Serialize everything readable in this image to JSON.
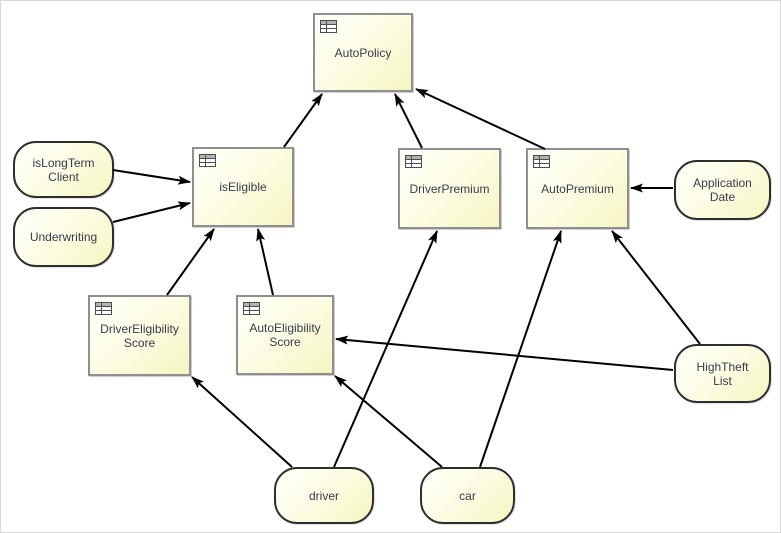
{
  "diagram": {
    "type": "decision-requirements-diagram",
    "colors": {
      "canvas_bg": "#ffffff",
      "node_fill_light": "#fffffa",
      "node_fill_dark": "#f5f5c1",
      "decision_border": "#8f8f8f",
      "input_border": "#2e2e2e",
      "label_text": "#3a3a4c",
      "edge": "#000000",
      "icon_header": "#b3b3b3",
      "icon_stroke": "#4d4d4d"
    },
    "nodes": [
      {
        "id": "AutoPolicy",
        "type": "decision",
        "label": "AutoPolicy",
        "lines": [
          "AutoPolicy"
        ]
      },
      {
        "id": "isEligible",
        "type": "decision",
        "label": "isEligible",
        "lines": [
          "isEligible"
        ]
      },
      {
        "id": "DriverPremium",
        "type": "decision",
        "label": "DriverPremium",
        "lines": [
          "DriverPremium"
        ]
      },
      {
        "id": "AutoPremium",
        "type": "decision",
        "label": "AutoPremium",
        "lines": [
          "AutoPremium"
        ]
      },
      {
        "id": "DriverEligibilityScore",
        "type": "decision",
        "label": "DriverEligibility Score",
        "lines": [
          "DriverEligibility",
          "Score"
        ]
      },
      {
        "id": "AutoEligibilityScore",
        "type": "decision",
        "label": "AutoEligibility Score",
        "lines": [
          "AutoEligibility",
          "Score"
        ]
      },
      {
        "id": "isLongTermClient",
        "type": "input",
        "label": "isLongTerm Client",
        "lines": [
          "isLongTerm",
          "Client"
        ]
      },
      {
        "id": "Underwriting",
        "type": "input",
        "label": "Underwriting",
        "lines": [
          "Underwriting"
        ]
      },
      {
        "id": "ApplicationDate",
        "type": "input",
        "label": "Application Date",
        "lines": [
          "Application",
          "Date"
        ]
      },
      {
        "id": "HighTheftList",
        "type": "input",
        "label": "HighTheft List",
        "lines": [
          "HighTheft",
          "List"
        ]
      },
      {
        "id": "driver",
        "type": "input",
        "label": "driver",
        "lines": [
          "driver"
        ]
      },
      {
        "id": "car",
        "type": "input",
        "label": "car",
        "lines": [
          "car"
        ]
      }
    ],
    "edges": [
      {
        "from": "isEligible",
        "to": "AutoPolicy"
      },
      {
        "from": "DriverPremium",
        "to": "AutoPolicy"
      },
      {
        "from": "AutoPremium",
        "to": "AutoPolicy"
      },
      {
        "from": "isLongTermClient",
        "to": "isEligible"
      },
      {
        "from": "Underwriting",
        "to": "isEligible"
      },
      {
        "from": "DriverEligibilityScore",
        "to": "isEligible"
      },
      {
        "from": "AutoEligibilityScore",
        "to": "isEligible"
      },
      {
        "from": "ApplicationDate",
        "to": "AutoPremium"
      },
      {
        "from": "HighTheftList",
        "to": "AutoPremium"
      },
      {
        "from": "HighTheftList",
        "to": "AutoEligibilityScore"
      },
      {
        "from": "driver",
        "to": "DriverEligibilityScore"
      },
      {
        "from": "driver",
        "to": "DriverPremium"
      },
      {
        "from": "car",
        "to": "AutoEligibilityScore"
      },
      {
        "from": "car",
        "to": "AutoPremium"
      }
    ]
  }
}
